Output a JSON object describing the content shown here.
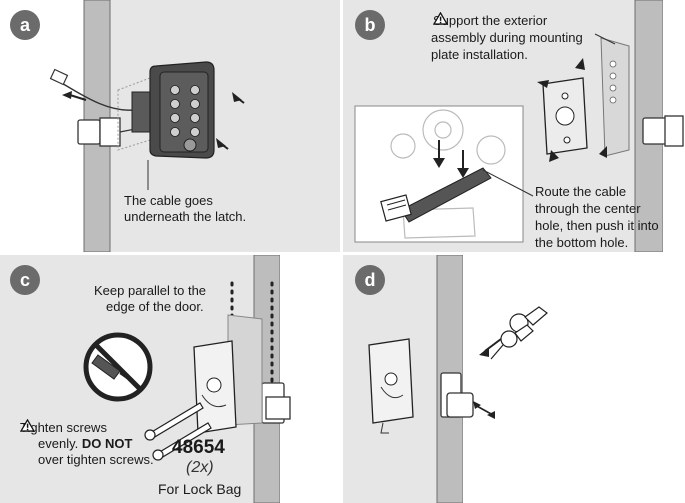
{
  "steps": {
    "a": {
      "badge": "a",
      "caption_line1": "The cable goes",
      "caption_line2": "underneath the latch."
    },
    "b": {
      "badge": "b",
      "warning_line1": "Support the exterior",
      "warning_line2": "assembly during mounting",
      "warning_line3": "plate installation.",
      "route_line1": "Route the cable",
      "route_line2": "through the center",
      "route_line3": "hole, then push it into",
      "route_line4": "the bottom hole."
    },
    "c": {
      "badge": "c",
      "parallel_line1": "Keep parallel to the",
      "parallel_line2": "edge of the door.",
      "tighten_line1": "Tighten screws",
      "tighten_line2": "evenly.",
      "tighten_do_not": "DO NOT",
      "tighten_line3": "over tighten screws.",
      "part_number": "48654",
      "quantity": "(2x)",
      "bag_label": "For Lock Bag"
    },
    "d": {
      "badge": "d"
    }
  },
  "colors": {
    "door_gray": "#bdbdbd",
    "door_edge": "#8a8a8a",
    "panel_bg": "#e6e6e6",
    "badge_gray": "#6b6b6b",
    "lock_dark": "#4a4a4a"
  }
}
